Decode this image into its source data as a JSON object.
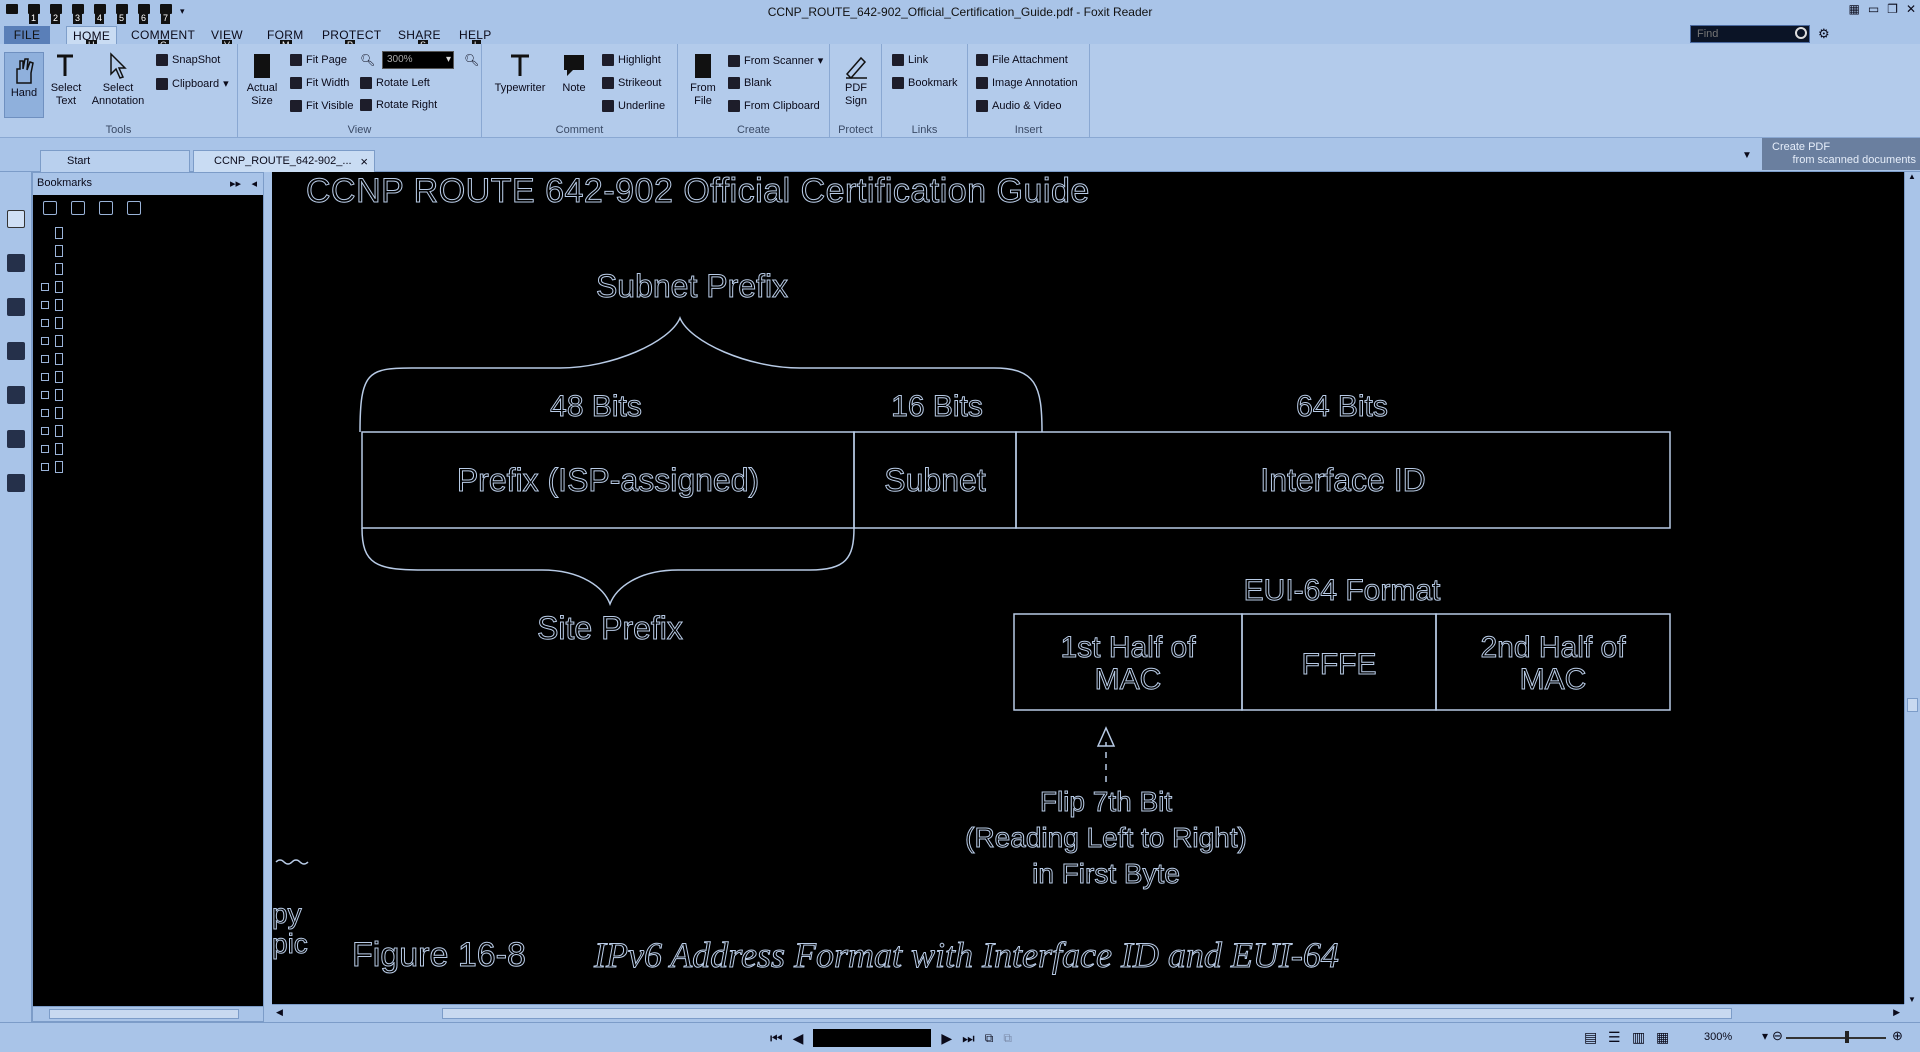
{
  "window": {
    "title": "CCNP_ROUTE_642-902_Official_Certification_Guide.pdf - Foxit Reader",
    "quick_access_keys": [
      "1",
      "2",
      "3",
      "4",
      "5",
      "6",
      "7"
    ]
  },
  "ribbon_tabs": {
    "file": {
      "label": "FILE",
      "key": "F"
    },
    "items": [
      {
        "label": "HOME",
        "key": "H"
      },
      {
        "label": "COMMENT",
        "key": "C"
      },
      {
        "label": "VIEW",
        "key": "V"
      },
      {
        "label": "FORM",
        "key": "M"
      },
      {
        "label": "PROTECT",
        "key": "P"
      },
      {
        "label": "SHARE",
        "key": "S"
      },
      {
        "label": "HELP",
        "key": "L"
      }
    ],
    "active": "HOME"
  },
  "find": {
    "placeholder": "Find"
  },
  "ribbon": {
    "tools": {
      "label": "Tools",
      "hand": "Hand",
      "select_text": "Select Text",
      "select_annotation": "Select Annotation",
      "snapshot": "SnapShot",
      "clipboard": "Clipboard"
    },
    "view": {
      "label": "View",
      "actual_size": "Actual Size",
      "fit_page": "Fit Page",
      "fit_width": "Fit Width",
      "fit_visible": "Fit Visible",
      "rotate_left": "Rotate Left",
      "rotate_right": "Rotate Right",
      "zoom_value": "300%"
    },
    "comment": {
      "label": "Comment",
      "typewriter": "Typewriter",
      "note": "Note",
      "highlight": "Highlight",
      "strikeout": "Strikeout",
      "underline": "Underline"
    },
    "create": {
      "label": "Create",
      "from_file": "From File",
      "from_scanner": "From Scanner",
      "blank": "Blank",
      "from_clipboard": "From Clipboard"
    },
    "protect": {
      "label": "Protect",
      "pdf_sign": "PDF Sign"
    },
    "links": {
      "label": "Links",
      "link": "Link",
      "bookmark": "Bookmark"
    },
    "insert": {
      "label": "Insert",
      "file_attachment": "File Attachment",
      "image_annotation": "Image Annotation",
      "audio_video": "Audio & Video"
    }
  },
  "doc_tabs": {
    "start": "Start",
    "current": "CCNP_ROUTE_642-902_...",
    "close": "×"
  },
  "create_pdf_banner": {
    "line1": "Create PDF",
    "line2": "from scanned documents"
  },
  "bookmarks": {
    "title": "Bookmarks",
    "row_count": 14
  },
  "page": {
    "header": "CCNP ROUTE 642-902 Official Certification Guide",
    "diagram": {
      "subnet_prefix": "Subnet Prefix",
      "site_prefix": "Site Prefix",
      "bits_48": "48 Bits",
      "bits_16": "16 Bits",
      "bits_64": "64 Bits",
      "prefix_box": "Prefix (ISP-assigned)",
      "subnet_box": "Subnet",
      "interface_box": "Interface ID",
      "eui_title": "EUI-64 Format",
      "eui_half1_l1": "1st Half of",
      "eui_half1_l2": "MAC",
      "eui_fffe": "FFFE",
      "eui_half2_l1": "2nd Half of",
      "eui_half2_l2": "MAC",
      "flip_l1": "Flip 7th Bit",
      "flip_l2": "(Reading Left to Right)",
      "flip_l3": "in First Byte"
    },
    "margin_fragment_1": "py",
    "margin_fragment_2": "pic",
    "figure_number": "Figure 16-8",
    "figure_caption": "IPv6 Address Format with Interface ID and EUI-64"
  },
  "statusbar": {
    "zoom": "300%"
  }
}
